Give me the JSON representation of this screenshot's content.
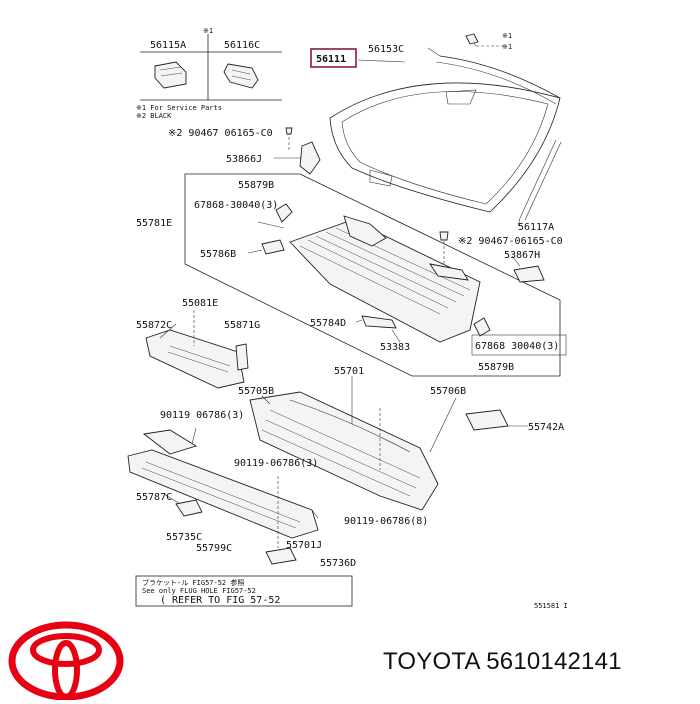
{
  "labels": {
    "p56115A": "56115A",
    "p56116C": "56116C",
    "star1_top": "※1",
    "notes_line1": "※1 For Service Parts",
    "notes_line2": "※2 BLACK",
    "p90467_top": "※2 90467 06165-C0",
    "p56111": "56111",
    "p56153C": "56153C",
    "star1_right_a": "※1",
    "star1_right_b": "※1",
    "p53866J": "53866J",
    "p55879B_top": "55879B",
    "p67868_left": "67868-30040(3)",
    "p55781E": "55781E",
    "p55786B": "55786B",
    "p56117A": "56117A",
    "p90467_right": "※2 90467-06165-C0",
    "p53867H": "53867H",
    "p55081E": "55081E",
    "p55872C": "55872C",
    "p55871G": "55871G",
    "p55784D": "55784D",
    "p53383": "53383",
    "p67868_right": "67868 30040(3)",
    "p55879B_bottom": "55879B",
    "p55701": "55701",
    "p55705B": "55705B",
    "p55706B": "55706B",
    "p90119_a": "90119 06786(3)",
    "p55742A": "55742A",
    "p90119_b": "90119-06786(3)",
    "p55787C": "55787C",
    "p90119_c": "90119-06786(8)",
    "p55735C": "55735C",
    "p55701J": "55701J",
    "p55799C": "55799C",
    "p55736D": "55736D",
    "ref_line1": "ブラケット-ル FIG57-52 参照",
    "ref_line2": "See only FLUG HOLE  FIG57-52",
    "ref_line3": "( REFER TO FIG 57-52",
    "fig_code": "551581 I"
  },
  "brand": {
    "name": "TOYOTA",
    "part_number": "5610142141",
    "logo_color": "#e60012"
  },
  "highlight_color": "#8b1a3a"
}
